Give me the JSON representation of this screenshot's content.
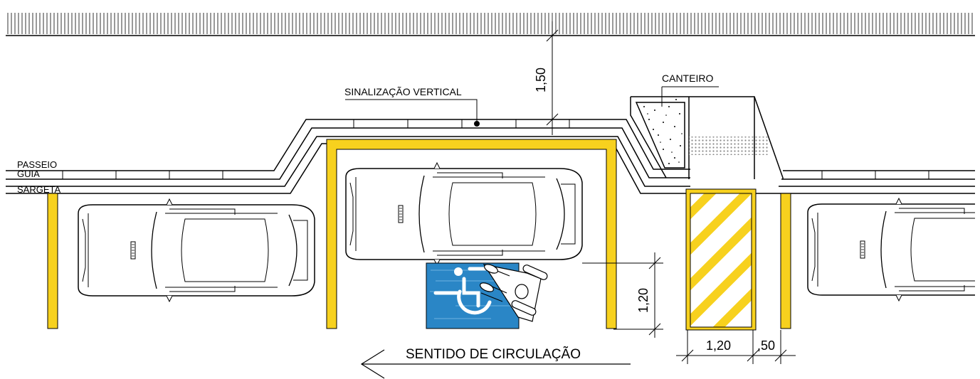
{
  "labels": {
    "passeio": "PASSEIO",
    "guia": "GUIA",
    "sargeta": "SARGETA",
    "sinalizacao": "SINALIZAÇÃO VERTICAL",
    "canteiro": "CANTEIRO",
    "direction": "SENTIDO DE CIRCULAÇÃO"
  },
  "dimensions": {
    "top_clearance": "1,50",
    "access_depth": "1,20",
    "access_width": "1,20",
    "gap_width": ",50"
  },
  "colors": {
    "marking_yellow": "#F7D11E",
    "access_blue": "#2A86C6",
    "line": "#000000"
  }
}
